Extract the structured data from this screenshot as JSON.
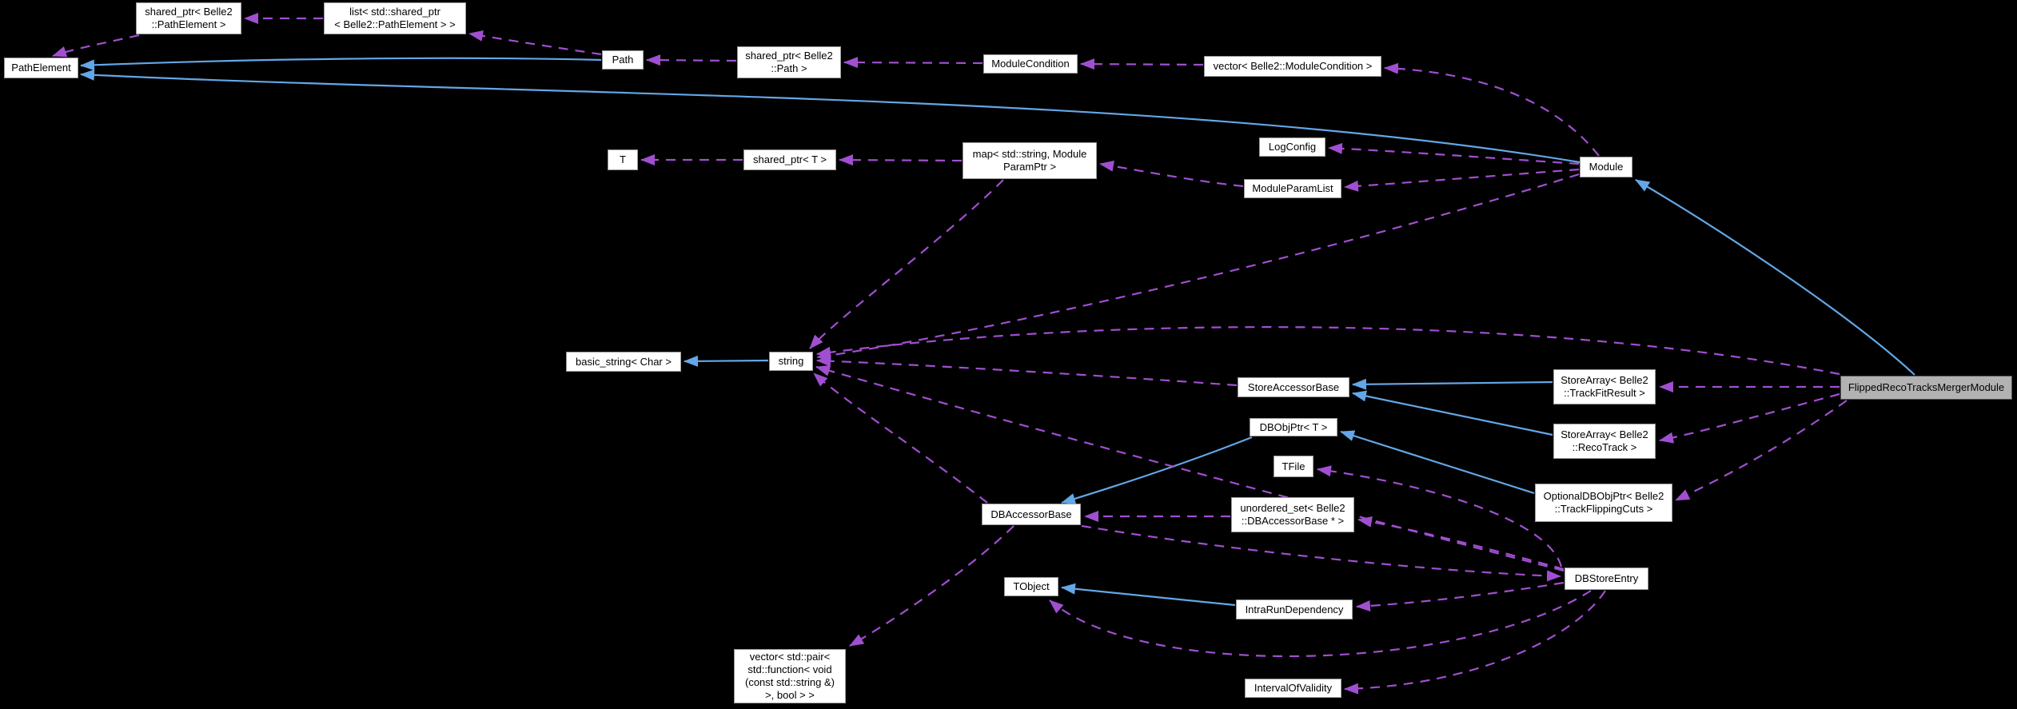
{
  "diagram": {
    "type": "collaboration-graph",
    "colors": {
      "background": "#000000",
      "node_fill": "#ffffff",
      "node_border": "#9a9a9a",
      "highlight_fill": "#b2b2b2",
      "highlight_border": "#545454",
      "inheritance_edge_color": "#63a7e8",
      "usage_edge_color": "#a14fd1",
      "text_color": "#000000"
    },
    "nodes": [
      {
        "id": "shared_ptr_pathelement",
        "label": "shared_ptr< Belle2\n::PathElement >"
      },
      {
        "id": "list_shared_ptr_pathelement",
        "label": "list< std::shared_ptr\n< Belle2::PathElement > >"
      },
      {
        "id": "pathelement",
        "label": "PathElement"
      },
      {
        "id": "path",
        "label": "Path"
      },
      {
        "id": "shared_ptr_path",
        "label": "shared_ptr< Belle2\n::Path >"
      },
      {
        "id": "modulecondition",
        "label": "ModuleCondition"
      },
      {
        "id": "vector_modulecondition",
        "label": "vector< Belle2::ModuleCondition >"
      },
      {
        "id": "t",
        "label": "T"
      },
      {
        "id": "shared_ptr_t",
        "label": "shared_ptr< T >"
      },
      {
        "id": "map_string_moduleparamptr",
        "label": "map< std::string, Module\nParamPtr >"
      },
      {
        "id": "logconfig",
        "label": "LogConfig"
      },
      {
        "id": "moduleparamlist",
        "label": "ModuleParamList"
      },
      {
        "id": "module",
        "label": "Module"
      },
      {
        "id": "basic_string_char",
        "label": "basic_string< Char >"
      },
      {
        "id": "string",
        "label": "string"
      },
      {
        "id": "storeaccessorbase",
        "label": "StoreAccessorBase"
      },
      {
        "id": "storearray_trackfitresult",
        "label": "StoreArray< Belle2\n::TrackFitResult >"
      },
      {
        "id": "storearray_recotrack",
        "label": "StoreArray< Belle2\n::RecoTrack >"
      },
      {
        "id": "dbobjptr_t",
        "label": "DBObjPtr< T >"
      },
      {
        "id": "tfile",
        "label": "TFile"
      },
      {
        "id": "optionaldbobjptr_trackflippingcuts",
        "label": "OptionalDBObjPtr< Belle2\n::TrackFlippingCuts >"
      },
      {
        "id": "dbaccessorbase",
        "label": "DBAccessorBase"
      },
      {
        "id": "unordered_set_dbaccessorbase",
        "label": "unordered_set< Belle2\n::DBAccessorBase * >"
      },
      {
        "id": "tobject",
        "label": "TObject"
      },
      {
        "id": "intrarundependency",
        "label": "IntraRunDependency"
      },
      {
        "id": "dbstoreentry",
        "label": "DBStoreEntry"
      },
      {
        "id": "vector_pair_function",
        "label": "vector< std::pair<\nstd::function< void\n(const std::string &)\n>, bool > >"
      },
      {
        "id": "intervalofvalidity",
        "label": "IntervalOfValidity"
      },
      {
        "id": "flippedrecotracksmergermodule",
        "label": "FlippedRecoTracksMergerModule",
        "highlighted": true
      }
    ],
    "edges": [
      {
        "from": "path",
        "to": "pathelement",
        "relation": "inheritance"
      },
      {
        "from": "module",
        "to": "pathelement",
        "relation": "inheritance"
      },
      {
        "from": "flippedrecotracksmergermodule",
        "to": "module",
        "relation": "inheritance"
      },
      {
        "from": "string",
        "to": "basic_string_char",
        "relation": "inheritance"
      },
      {
        "from": "storearray_trackfitresult",
        "to": "storeaccessorbase",
        "relation": "inheritance"
      },
      {
        "from": "storearray_recotrack",
        "to": "storeaccessorbase",
        "relation": "inheritance"
      },
      {
        "from": "dbobjptr_t",
        "to": "dbaccessorbase",
        "relation": "inheritance"
      },
      {
        "from": "optionaldbobjptr_trackflippingcuts",
        "to": "dbobjptr_t",
        "relation": "inheritance"
      },
      {
        "from": "intrarundependency",
        "to": "tobject",
        "relation": "inheritance"
      },
      {
        "from": "shared_ptr_pathelement",
        "to": "pathelement",
        "relation": "usage"
      },
      {
        "from": "list_shared_ptr_pathelement",
        "to": "shared_ptr_pathelement",
        "relation": "usage"
      },
      {
        "from": "path",
        "to": "list_shared_ptr_pathelement",
        "relation": "usage"
      },
      {
        "from": "shared_ptr_path",
        "to": "path",
        "relation": "usage"
      },
      {
        "from": "modulecondition",
        "to": "shared_ptr_path",
        "relation": "usage"
      },
      {
        "from": "vector_modulecondition",
        "to": "modulecondition",
        "relation": "usage"
      },
      {
        "from": "module",
        "to": "vector_modulecondition",
        "relation": "usage"
      },
      {
        "from": "shared_ptr_t",
        "to": "t",
        "relation": "usage"
      },
      {
        "from": "map_string_moduleparamptr",
        "to": "shared_ptr_t",
        "relation": "usage"
      },
      {
        "from": "moduleparamlist",
        "to": "map_string_moduleparamptr",
        "relation": "usage"
      },
      {
        "from": "module",
        "to": "logconfig",
        "relation": "usage"
      },
      {
        "from": "module",
        "to": "moduleparamlist",
        "relation": "usage"
      },
      {
        "from": "module",
        "to": "string",
        "relation": "usage"
      },
      {
        "from": "map_string_moduleparamptr",
        "to": "string",
        "relation": "usage"
      },
      {
        "from": "storeaccessorbase",
        "to": "string",
        "relation": "usage"
      },
      {
        "from": "dbaccessorbase",
        "to": "string",
        "relation": "usage"
      },
      {
        "from": "dbstoreentry",
        "to": "string",
        "relation": "usage"
      },
      {
        "from": "flippedrecotracksmergermodule",
        "to": "string",
        "relation": "usage"
      },
      {
        "from": "unordered_set_dbaccessorbase",
        "to": "dbaccessorbase",
        "relation": "usage"
      },
      {
        "from": "dbaccessorbase",
        "to": "dbstoreentry",
        "relation": "usage"
      },
      {
        "from": "dbaccessorbase",
        "to": "vector_pair_function",
        "relation": "usage"
      },
      {
        "from": "dbstoreentry",
        "to": "unordered_set_dbaccessorbase",
        "relation": "usage"
      },
      {
        "from": "dbstoreentry",
        "to": "tfile",
        "relation": "usage"
      },
      {
        "from": "dbstoreentry",
        "to": "intrarundependency",
        "relation": "usage"
      },
      {
        "from": "dbstoreentry",
        "to": "tobject",
        "relation": "usage"
      },
      {
        "from": "dbstoreentry",
        "to": "intervalofvalidity",
        "relation": "usage"
      },
      {
        "from": "flippedrecotracksmergermodule",
        "to": "storearray_trackfitresult",
        "relation": "usage"
      },
      {
        "from": "flippedrecotracksmergermodule",
        "to": "storearray_recotrack",
        "relation": "usage"
      },
      {
        "from": "flippedrecotracksmergermodule",
        "to": "optionaldbobjptr_trackflippingcuts",
        "relation": "usage"
      }
    ]
  }
}
